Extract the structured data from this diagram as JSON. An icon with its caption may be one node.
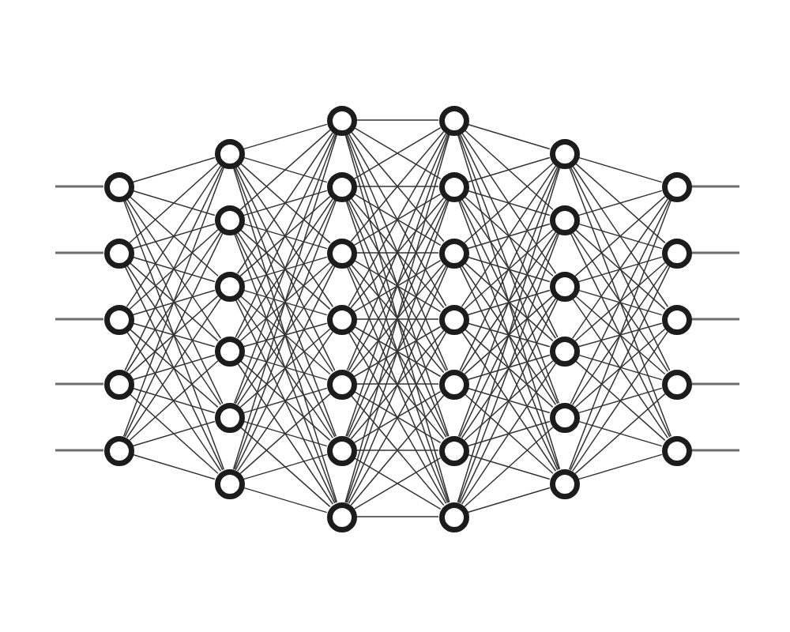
{
  "diagram": {
    "nodes": [
      {
        "text": [],
        "shape": "circle"
      },
      {
        "text": [],
        "shape": "circle"
      },
      {
        "text": [],
        "shape": "circle"
      },
      {
        "text": [],
        "shape": "circle"
      },
      {
        "text": [],
        "shape": "circle"
      },
      {
        "text": [],
        "shape": "circle"
      },
      {
        "text": [],
        "shape": "circle"
      },
      {
        "text": [],
        "shape": "circle"
      },
      {
        "text": [],
        "shape": "circle"
      },
      {
        "text": [],
        "shape": "circle"
      },
      {
        "text": [],
        "shape": "circle"
      },
      {
        "text": [],
        "shape": "circle"
      },
      {
        "text": [],
        "shape": "circle"
      },
      {
        "text": [],
        "shape": "circle"
      },
      {
        "text": [],
        "shape": "circle"
      },
      {
        "text": [],
        "shape": "circle"
      },
      {
        "text": [],
        "shape": "circle"
      },
      {
        "text": [],
        "shape": "circle"
      },
      {
        "text": [],
        "shape": "circle"
      },
      {
        "text": [],
        "shape": "circle"
      },
      {
        "text": [],
        "shape": "circle"
      },
      {
        "text": [],
        "shape": "circle"
      },
      {
        "text": [],
        "shape": "circle"
      },
      {
        "text": [],
        "shape": "circle"
      },
      {
        "text": [],
        "shape": "circle"
      },
      {
        "text": [],
        "shape": "circle"
      },
      {
        "text": [],
        "shape": "circle"
      },
      {
        "text": [],
        "shape": "circle"
      },
      {
        "text": [],
        "shape": "circle"
      },
      {
        "text": [],
        "shape": "circle"
      },
      {
        "text": [],
        "shape": "circle"
      },
      {
        "text": [],
        "shape": "circle"
      },
      {
        "text": [],
        "shape": "circle"
      },
      {
        "text": [],
        "shape": "circle"
      },
      {
        "text": [],
        "shape": "circle"
      },
      {
        "text": [],
        "shape": "circle"
      }
    ],
    "edges": [
      {
        "from": null,
        "to": 0,
        "arrow": "none"
      },
      {
        "from": null,
        "to": 1,
        "arrow": "none"
      },
      {
        "from": null,
        "to": 2,
        "arrow": "none"
      },
      {
        "from": null,
        "to": 3,
        "arrow": "none"
      },
      {
        "from": null,
        "to": 4,
        "arrow": "none"
      },
      {
        "from": 0,
        "to": 5,
        "arrow": "none"
      },
      {
        "from": 0,
        "to": 6,
        "arrow": "none"
      },
      {
        "from": 0,
        "to": 7,
        "arrow": "none"
      },
      {
        "from": 0,
        "to": 8,
        "arrow": "none"
      },
      {
        "from": 0,
        "to": 9,
        "arrow": "none"
      },
      {
        "from": 0,
        "to": 10,
        "arrow": "none"
      },
      {
        "from": 1,
        "to": 5,
        "arrow": "none"
      },
      {
        "from": 1,
        "to": 6,
        "arrow": "none"
      },
      {
        "from": 1,
        "to": 7,
        "arrow": "none"
      },
      {
        "from": 1,
        "to": 8,
        "arrow": "none"
      },
      {
        "from": 1,
        "to": 9,
        "arrow": "none"
      },
      {
        "from": 1,
        "to": 10,
        "arrow": "none"
      },
      {
        "from": 2,
        "to": 5,
        "arrow": "none"
      },
      {
        "from": 2,
        "to": 6,
        "arrow": "none"
      },
      {
        "from": 2,
        "to": 7,
        "arrow": "none"
      },
      {
        "from": 2,
        "to": 8,
        "arrow": "none"
      },
      {
        "from": 2,
        "to": 9,
        "arrow": "none"
      },
      {
        "from": 2,
        "to": 10,
        "arrow": "none"
      },
      {
        "from": 3,
        "to": 5,
        "arrow": "none"
      },
      {
        "from": 3,
        "to": 6,
        "arrow": "none"
      },
      {
        "from": 3,
        "to": 7,
        "arrow": "none"
      },
      {
        "from": 3,
        "to": 8,
        "arrow": "none"
      },
      {
        "from": 3,
        "to": 9,
        "arrow": "none"
      },
      {
        "from": 3,
        "to": 10,
        "arrow": "none"
      },
      {
        "from": 4,
        "to": 5,
        "arrow": "none"
      },
      {
        "from": 4,
        "to": 6,
        "arrow": "none"
      },
      {
        "from": 4,
        "to": 7,
        "arrow": "none"
      },
      {
        "from": 4,
        "to": 8,
        "arrow": "none"
      },
      {
        "from": 4,
        "to": 9,
        "arrow": "none"
      },
      {
        "from": 4,
        "to": 10,
        "arrow": "none"
      },
      {
        "from": 5,
        "to": 11,
        "arrow": "none"
      },
      {
        "from": 5,
        "to": 12,
        "arrow": "none"
      },
      {
        "from": 5,
        "to": 13,
        "arrow": "none"
      },
      {
        "from": 5,
        "to": 14,
        "arrow": "none"
      },
      {
        "from": 5,
        "to": 15,
        "arrow": "none"
      },
      {
        "from": 5,
        "to": 16,
        "arrow": "none"
      },
      {
        "from": 5,
        "to": 17,
        "arrow": "none"
      },
      {
        "from": 6,
        "to": 11,
        "arrow": "none"
      },
      {
        "from": 6,
        "to": 12,
        "arrow": "none"
      },
      {
        "from": 6,
        "to": 13,
        "arrow": "none"
      },
      {
        "from": 6,
        "to": 14,
        "arrow": "none"
      },
      {
        "from": 6,
        "to": 15,
        "arrow": "none"
      },
      {
        "from": 6,
        "to": 16,
        "arrow": "none"
      },
      {
        "from": 6,
        "to": 17,
        "arrow": "none"
      },
      {
        "from": 7,
        "to": 11,
        "arrow": "none"
      },
      {
        "from": 7,
        "to": 12,
        "arrow": "none"
      },
      {
        "from": 7,
        "to": 13,
        "arrow": "none"
      },
      {
        "from": 7,
        "to": 14,
        "arrow": "none"
      },
      {
        "from": 7,
        "to": 15,
        "arrow": "none"
      },
      {
        "from": 7,
        "to": 16,
        "arrow": "none"
      },
      {
        "from": 7,
        "to": 17,
        "arrow": "none"
      },
      {
        "from": 8,
        "to": 11,
        "arrow": "none"
      },
      {
        "from": 8,
        "to": 12,
        "arrow": "none"
      },
      {
        "from": 8,
        "to": 13,
        "arrow": "none"
      },
      {
        "from": 8,
        "to": 14,
        "arrow": "none"
      },
      {
        "from": 8,
        "to": 15,
        "arrow": "none"
      },
      {
        "from": 8,
        "to": 16,
        "arrow": "none"
      },
      {
        "from": 8,
        "to": 17,
        "arrow": "none"
      },
      {
        "from": 9,
        "to": 11,
        "arrow": "none"
      },
      {
        "from": 9,
        "to": 12,
        "arrow": "none"
      },
      {
        "from": 9,
        "to": 13,
        "arrow": "none"
      },
      {
        "from": 9,
        "to": 14,
        "arrow": "none"
      },
      {
        "from": 9,
        "to": 15,
        "arrow": "none"
      },
      {
        "from": 9,
        "to": 16,
        "arrow": "none"
      },
      {
        "from": 9,
        "to": 17,
        "arrow": "none"
      },
      {
        "from": 10,
        "to": 11,
        "arrow": "none"
      },
      {
        "from": 10,
        "to": 12,
        "arrow": "none"
      },
      {
        "from": 10,
        "to": 13,
        "arrow": "none"
      },
      {
        "from": 10,
        "to": 14,
        "arrow": "none"
      },
      {
        "from": 10,
        "to": 15,
        "arrow": "none"
      },
      {
        "from": 10,
        "to": 16,
        "arrow": "none"
      },
      {
        "from": 10,
        "to": 17,
        "arrow": "none"
      },
      {
        "from": 11,
        "to": 18,
        "arrow": "none"
      },
      {
        "from": 11,
        "to": 19,
        "arrow": "none"
      },
      {
        "from": 11,
        "to": 20,
        "arrow": "none"
      },
      {
        "from": 11,
        "to": 21,
        "arrow": "none"
      },
      {
        "from": 11,
        "to": 22,
        "arrow": "none"
      },
      {
        "from": 11,
        "to": 23,
        "arrow": "none"
      },
      {
        "from": 11,
        "to": 24,
        "arrow": "none"
      },
      {
        "from": 12,
        "to": 18,
        "arrow": "none"
      },
      {
        "from": 12,
        "to": 19,
        "arrow": "none"
      },
      {
        "from": 12,
        "to": 20,
        "arrow": "none"
      },
      {
        "from": 12,
        "to": 21,
        "arrow": "none"
      },
      {
        "from": 12,
        "to": 22,
        "arrow": "none"
      },
      {
        "from": 12,
        "to": 23,
        "arrow": "none"
      },
      {
        "from": 12,
        "to": 24,
        "arrow": "none"
      },
      {
        "from": 13,
        "to": 18,
        "arrow": "none"
      },
      {
        "from": 13,
        "to": 19,
        "arrow": "none"
      },
      {
        "from": 13,
        "to": 20,
        "arrow": "none"
      },
      {
        "from": 13,
        "to": 21,
        "arrow": "none"
      },
      {
        "from": 13,
        "to": 22,
        "arrow": "none"
      },
      {
        "from": 13,
        "to": 23,
        "arrow": "none"
      },
      {
        "from": 13,
        "to": 24,
        "arrow": "none"
      },
      {
        "from": 14,
        "to": 18,
        "arrow": "none"
      },
      {
        "from": 14,
        "to": 19,
        "arrow": "none"
      },
      {
        "from": 14,
        "to": 20,
        "arrow": "none"
      },
      {
        "from": 14,
        "to": 21,
        "arrow": "none"
      },
      {
        "from": 14,
        "to": 22,
        "arrow": "none"
      },
      {
        "from": 14,
        "to": 23,
        "arrow": "none"
      },
      {
        "from": 14,
        "to": 24,
        "arrow": "none"
      },
      {
        "from": 15,
        "to": 18,
        "arrow": "none"
      },
      {
        "from": 15,
        "to": 19,
        "arrow": "none"
      },
      {
        "from": 15,
        "to": 20,
        "arrow": "none"
      },
      {
        "from": 15,
        "to": 21,
        "arrow": "none"
      },
      {
        "from": 15,
        "to": 22,
        "arrow": "none"
      },
      {
        "from": 15,
        "to": 23,
        "arrow": "none"
      },
      {
        "from": 15,
        "to": 24,
        "arrow": "none"
      },
      {
        "from": 16,
        "to": 18,
        "arrow": "none"
      },
      {
        "from": 16,
        "to": 19,
        "arrow": "none"
      },
      {
        "from": 16,
        "to": 20,
        "arrow": "none"
      },
      {
        "from": 16,
        "to": 21,
        "arrow": "none"
      },
      {
        "from": 16,
        "to": 22,
        "arrow": "none"
      },
      {
        "from": 16,
        "to": 23,
        "arrow": "none"
      },
      {
        "from": 16,
        "to": 24,
        "arrow": "none"
      },
      {
        "from": 17,
        "to": 18,
        "arrow": "none"
      },
      {
        "from": 17,
        "to": 19,
        "arrow": "none"
      },
      {
        "from": 17,
        "to": 20,
        "arrow": "none"
      },
      {
        "from": 17,
        "to": 21,
        "arrow": "none"
      },
      {
        "from": 17,
        "to": 22,
        "arrow": "none"
      },
      {
        "from": 17,
        "to": 23,
        "arrow": "none"
      },
      {
        "from": 17,
        "to": 24,
        "arrow": "none"
      },
      {
        "from": 18,
        "to": 25,
        "arrow": "none"
      },
      {
        "from": 18,
        "to": 26,
        "arrow": "none"
      },
      {
        "from": 18,
        "to": 27,
        "arrow": "none"
      },
      {
        "from": 18,
        "to": 28,
        "arrow": "none"
      },
      {
        "from": 18,
        "to": 29,
        "arrow": "none"
      },
      {
        "from": 18,
        "to": 30,
        "arrow": "none"
      },
      {
        "from": 19,
        "to": 25,
        "arrow": "none"
      },
      {
        "from": 19,
        "to": 26,
        "arrow": "none"
      },
      {
        "from": 19,
        "to": 27,
        "arrow": "none"
      },
      {
        "from": 19,
        "to": 28,
        "arrow": "none"
      },
      {
        "from": 19,
        "to": 29,
        "arrow": "none"
      },
      {
        "from": 19,
        "to": 30,
        "arrow": "none"
      },
      {
        "from": 20,
        "to": 25,
        "arrow": "none"
      },
      {
        "from": 20,
        "to": 26,
        "arrow": "none"
      },
      {
        "from": 20,
        "to": 27,
        "arrow": "none"
      },
      {
        "from": 20,
        "to": 28,
        "arrow": "none"
      },
      {
        "from": 20,
        "to": 29,
        "arrow": "none"
      },
      {
        "from": 20,
        "to": 30,
        "arrow": "none"
      },
      {
        "from": 21,
        "to": 25,
        "arrow": "none"
      },
      {
        "from": 21,
        "to": 26,
        "arrow": "none"
      },
      {
        "from": 21,
        "to": 27,
        "arrow": "none"
      },
      {
        "from": 21,
        "to": 28,
        "arrow": "none"
      },
      {
        "from": 21,
        "to": 29,
        "arrow": "none"
      },
      {
        "from": 21,
        "to": 30,
        "arrow": "none"
      },
      {
        "from": 22,
        "to": 25,
        "arrow": "none"
      },
      {
        "from": 22,
        "to": 26,
        "arrow": "none"
      },
      {
        "from": 22,
        "to": 27,
        "arrow": "none"
      },
      {
        "from": 22,
        "to": 28,
        "arrow": "none"
      },
      {
        "from": 22,
        "to": 29,
        "arrow": "none"
      },
      {
        "from": 22,
        "to": 30,
        "arrow": "none"
      },
      {
        "from": 23,
        "to": 25,
        "arrow": "none"
      },
      {
        "from": 23,
        "to": 26,
        "arrow": "none"
      },
      {
        "from": 23,
        "to": 27,
        "arrow": "none"
      },
      {
        "from": 23,
        "to": 28,
        "arrow": "none"
      },
      {
        "from": 23,
        "to": 29,
        "arrow": "none"
      },
      {
        "from": 23,
        "to": 30,
        "arrow": "none"
      },
      {
        "from": 24,
        "to": 25,
        "arrow": "none"
      },
      {
        "from": 24,
        "to": 26,
        "arrow": "none"
      },
      {
        "from": 24,
        "to": 27,
        "arrow": "none"
      },
      {
        "from": 24,
        "to": 28,
        "arrow": "none"
      },
      {
        "from": 24,
        "to": 29,
        "arrow": "none"
      },
      {
        "from": 24,
        "to": 30,
        "arrow": "none"
      },
      {
        "from": 25,
        "to": 31,
        "arrow": "none"
      },
      {
        "from": 25,
        "to": 32,
        "arrow": "none"
      },
      {
        "from": 25,
        "to": 33,
        "arrow": "none"
      },
      {
        "from": 25,
        "to": 34,
        "arrow": "none"
      },
      {
        "from": 25,
        "to": 35,
        "arrow": "none"
      },
      {
        "from": 26,
        "to": 31,
        "arrow": "none"
      },
      {
        "from": 26,
        "to": 32,
        "arrow": "none"
      },
      {
        "from": 26,
        "to": 33,
        "arrow": "none"
      },
      {
        "from": 26,
        "to": 34,
        "arrow": "none"
      },
      {
        "from": 26,
        "to": 35,
        "arrow": "none"
      },
      {
        "from": 27,
        "to": 31,
        "arrow": "none"
      },
      {
        "from": 27,
        "to": 32,
        "arrow": "none"
      },
      {
        "from": 27,
        "to": 33,
        "arrow": "none"
      },
      {
        "from": 27,
        "to": 34,
        "arrow": "none"
      },
      {
        "from": 27,
        "to": 35,
        "arrow": "none"
      },
      {
        "from": 28,
        "to": 31,
        "arrow": "none"
      },
      {
        "from": 28,
        "to": 32,
        "arrow": "none"
      },
      {
        "from": 28,
        "to": 33,
        "arrow": "none"
      },
      {
        "from": 28,
        "to": 34,
        "arrow": "none"
      },
      {
        "from": 28,
        "to": 35,
        "arrow": "none"
      },
      {
        "from": 29,
        "to": 31,
        "arrow": "none"
      },
      {
        "from": 29,
        "to": 32,
        "arrow": "none"
      },
      {
        "from": 29,
        "to": 33,
        "arrow": "none"
      },
      {
        "from": 29,
        "to": 34,
        "arrow": "none"
      },
      {
        "from": 29,
        "to": 35,
        "arrow": "none"
      },
      {
        "from": 30,
        "to": 31,
        "arrow": "none"
      },
      {
        "from": 30,
        "to": 32,
        "arrow": "none"
      },
      {
        "from": 30,
        "to": 33,
        "arrow": "none"
      },
      {
        "from": 30,
        "to": 34,
        "arrow": "none"
      },
      {
        "from": 30,
        "to": 35,
        "arrow": "none"
      },
      {
        "from": 31,
        "to": null,
        "arrow": "none"
      },
      {
        "from": 32,
        "to": null,
        "arrow": "none"
      },
      {
        "from": 33,
        "to": null,
        "arrow": "none"
      },
      {
        "from": 34,
        "to": null,
        "arrow": "none"
      },
      {
        "from": 35,
        "to": null,
        "arrow": "none"
      }
    ]
  }
}
